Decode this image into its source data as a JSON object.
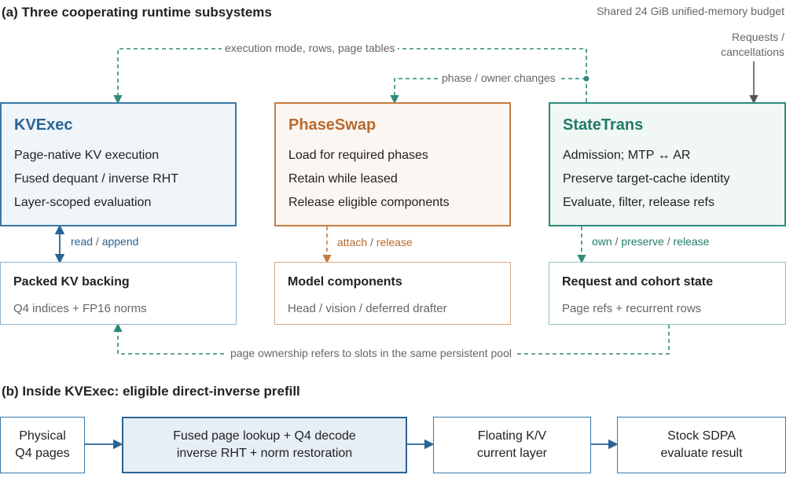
{
  "panel_a": {
    "title": "(a) Three cooperating runtime subsystems",
    "budget_note": "Shared 24 GiB unified-memory budget",
    "requests_label": [
      "Requests /",
      "cancellations"
    ],
    "edge_exec_mode": "execution mode, rows, page tables",
    "edge_phase_owner": "phase / owner changes",
    "edge_page_ownership": "page ownership refers to slots in the same persistent pool",
    "kvexec": {
      "name": "KVExec",
      "lines": [
        "Page-native KV execution",
        "Fused dequant / inverse RHT",
        "Layer-scoped evaluation"
      ],
      "edge_label": [
        "read",
        "append"
      ],
      "backing": {
        "name": "Packed KV backing",
        "desc": "Q4 indices + FP16 norms"
      }
    },
    "phaseswap": {
      "name": "PhaseSwap",
      "lines": [
        "Load for required phases",
        "Retain while leased",
        "Release eligible components"
      ],
      "edge_label": [
        "attach",
        "release"
      ],
      "backing": {
        "name": "Model components",
        "desc": "Head / vision / deferred drafter"
      }
    },
    "statetrans": {
      "name": "StateTrans",
      "lines": [
        "Admission; MTP ↔ AR",
        "Preserve target-cache identity",
        "Evaluate, filter, release refs"
      ],
      "edge_label": [
        "own",
        "preserve",
        "release"
      ],
      "backing": {
        "name": "Request and cohort state",
        "desc": "Page refs + recurrent rows"
      }
    }
  },
  "panel_b": {
    "title": "(b) Inside KVExec: eligible direct-inverse prefill",
    "steps": [
      {
        "line1": "Physical",
        "line2": "Q4 pages"
      },
      {
        "line1": "Fused page lookup + Q4 decode",
        "line2": "inverse RHT + norm restoration"
      },
      {
        "line1": "Floating K/V",
        "line2": "current layer"
      },
      {
        "line1": "Stock SDPA",
        "line2": "evaluate result"
      }
    ]
  },
  "colors": {
    "kvexec": "#3a78a8",
    "phaseswap": "#c77b3f",
    "statetrans": "#2e8a7a",
    "neutral": "#666666"
  }
}
